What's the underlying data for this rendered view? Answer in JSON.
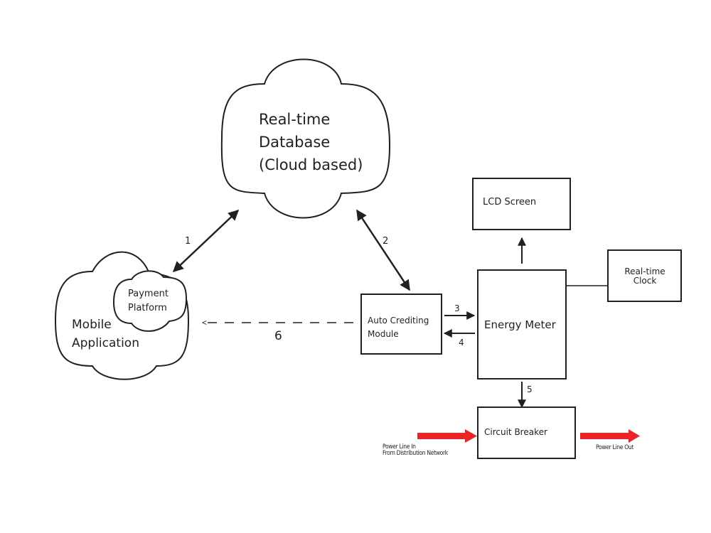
{
  "nodes": {
    "database": {
      "lines": [
        "Real-time",
        "Database",
        "(Cloud based)"
      ]
    },
    "mobile_app": {
      "lines": [
        "Mobile",
        "Application"
      ]
    },
    "payment_platform": {
      "lines": [
        "Payment",
        "Platform"
      ]
    },
    "auto_crediting": {
      "lines": [
        "Auto Crediting",
        "Module"
      ]
    },
    "energy_meter": {
      "label": "Energy Meter"
    },
    "lcd_screen": {
      "label": "LCD Screen"
    },
    "rtc": {
      "lines": [
        "Real-time",
        "Clock"
      ]
    },
    "circuit_breaker": {
      "label": "Circuit Breaker"
    }
  },
  "edges": {
    "e1": "1",
    "e2": "2",
    "e3": "3",
    "e4": "4",
    "e5": "5",
    "e6": "6"
  },
  "power": {
    "in_lines": [
      "Power Line In",
      "From Distribution Network"
    ],
    "out": "Power Line Out",
    "color": "#ee2326"
  }
}
